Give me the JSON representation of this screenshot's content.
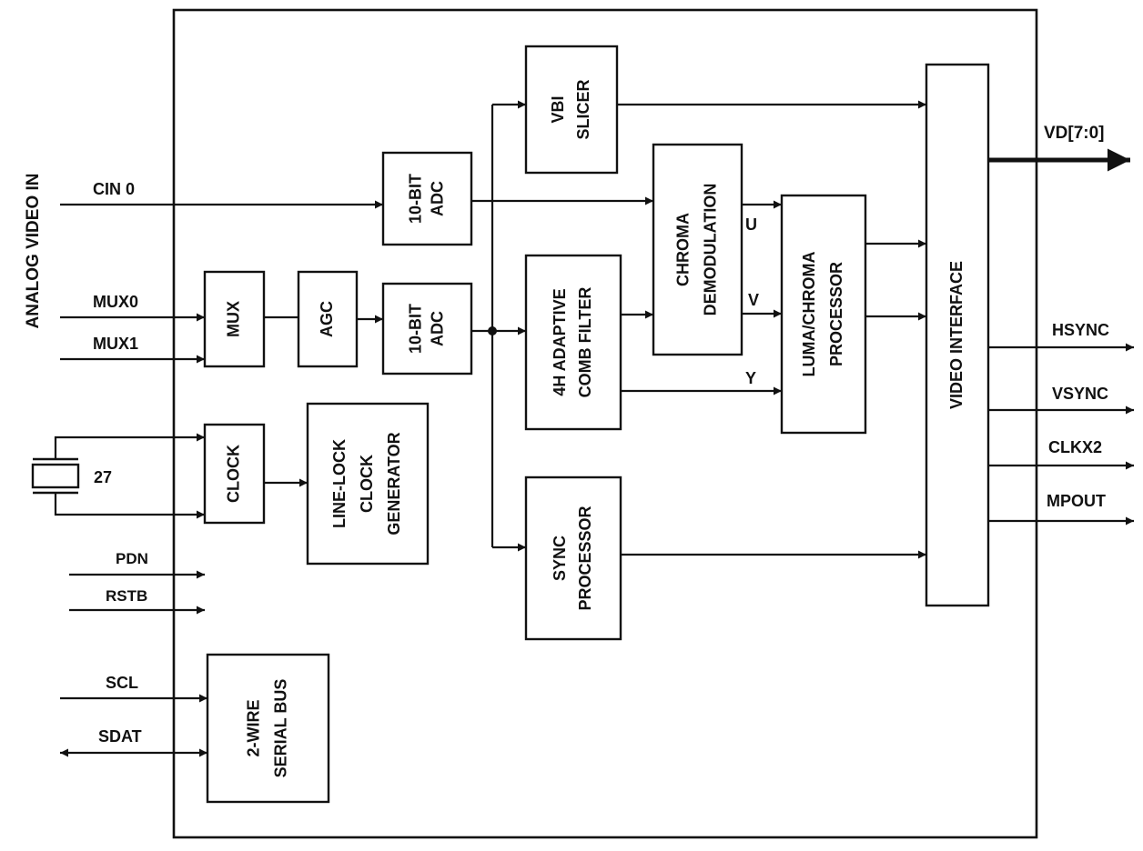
{
  "side_label": "ANALOG VIDEO IN",
  "inputs": {
    "cin0": "CIN 0",
    "mux0": "MUX0",
    "mux1": "MUX1",
    "crystal": "27",
    "pdn": "PDN",
    "rstb": "RSTB",
    "scl": "SCL",
    "sdat": "SDAT"
  },
  "outputs": {
    "vd": "VD[7:0]",
    "hsync": "HSYNC",
    "vsync": "VSYNC",
    "clkx2": "CLKX2",
    "mpout": "MPOUT"
  },
  "signals": {
    "u": "U",
    "v": "V",
    "y": "Y"
  },
  "blocks": {
    "adc_top": [
      "10-BIT",
      "ADC"
    ],
    "mux": [
      "MUX"
    ],
    "agc": [
      "AGC"
    ],
    "adc_main": [
      "10-BIT",
      "ADC"
    ],
    "clock": [
      "CLOCK"
    ],
    "linelock": [
      "LINE-LOCK",
      "CLOCK",
      "GENERATOR"
    ],
    "serial": [
      "2-WIRE",
      "SERIAL BUS"
    ],
    "vbi": [
      "VBI",
      "SLICER"
    ],
    "comb": [
      "4H ADAPTIVE",
      "COMB FILTER"
    ],
    "sync": [
      "SYNC",
      "PROCESSOR"
    ],
    "chroma": [
      "CHROMA",
      "DEMODULATION"
    ],
    "luma": [
      "LUMA/CHROMA",
      "PROCESSOR"
    ],
    "video": [
      "VIDEO INTERFACE"
    ]
  }
}
